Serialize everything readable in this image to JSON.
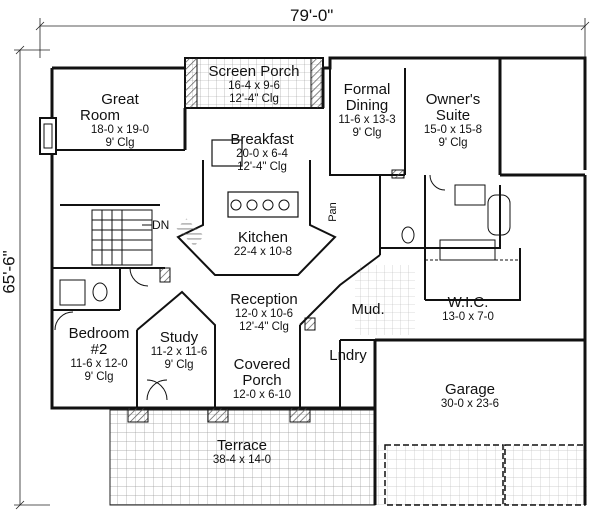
{
  "dimensions": {
    "width": "79'-0\"",
    "depth": "65'-6\""
  },
  "rooms": {
    "screen_porch": {
      "name": "Screen Porch",
      "size": "16-4 x 9-6",
      "ceiling": "12'-4\" Clg"
    },
    "great_room": {
      "name_line1": "Great",
      "name_line2": "Room",
      "size": "18-0 x 19-0",
      "ceiling": "9' Clg"
    },
    "formal_dining": {
      "name_line1": "Formal",
      "name_line2": "Dining",
      "size": "11-6 x 13-3",
      "ceiling": "9' Clg"
    },
    "owners_suite": {
      "name_line1": "Owner's",
      "name_line2": "Suite",
      "size": "15-0 x 15-8",
      "ceiling": "9' Clg"
    },
    "breakfast": {
      "name": "Breakfast",
      "size": "20-0 x 6-4",
      "ceiling": "12'-4\" Clg"
    },
    "kitchen": {
      "name": "Kitchen",
      "size": "22-4 x 10-8"
    },
    "reception": {
      "name": "Reception",
      "size": "12-0 x 10-6",
      "ceiling": "12'-4\" Clg"
    },
    "mud": {
      "name": "Mud."
    },
    "wic": {
      "name": "W.I.C.",
      "size": "13-0 x 7-0"
    },
    "bedroom2": {
      "name_line1": "Bedroom",
      "name_line2": "#2",
      "size": "11-6 x 12-0",
      "ceiling": "9' Clg"
    },
    "study": {
      "name": "Study",
      "size": "11-2 x 11-6",
      "ceiling": "9' Clg"
    },
    "covered_porch": {
      "name_line1": "Covered",
      "name_line2": "Porch",
      "size": "12-0 x 6-10"
    },
    "laundry": {
      "name": "Lndry"
    },
    "garage": {
      "name": "Garage",
      "size": "30-0 x 23-6"
    },
    "terrace": {
      "name": "Terrace",
      "size": "38-4 x 14-0"
    }
  },
  "labels": {
    "down": "DN",
    "pantry": "Pan"
  },
  "colors": {
    "wall": "#111111",
    "hatch": "#666666",
    "grid": "#bbbbbb"
  }
}
